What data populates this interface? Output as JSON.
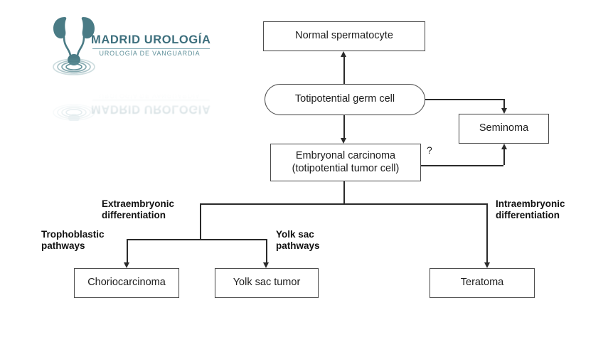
{
  "logo": {
    "name": "MADRID UROLOGÍA",
    "tagline": "UROLOGÍA DE VANGUARDIA",
    "mark": "kidneys-bladder-ripple-icon",
    "color": "#3d6f7d",
    "sub_color": "#5e8f99"
  },
  "diagram": {
    "type": "flowchart",
    "title": "",
    "nodes": [
      {
        "id": "normal_spermatocyte",
        "label": "Normal spermatocyte",
        "shape": "rect"
      },
      {
        "id": "totipotential_germ_cell",
        "label": "Totipotential germ cell",
        "shape": "pill"
      },
      {
        "id": "embryonal_carcinoma",
        "label": "Embryonal carcinoma\n(totipotential tumor cell)",
        "shape": "rect"
      },
      {
        "id": "seminoma",
        "label": "Seminoma",
        "shape": "rect"
      },
      {
        "id": "choriocarcinoma",
        "label": "Choriocarcinoma",
        "shape": "rect"
      },
      {
        "id": "yolk_sac_tumor",
        "label": "Yolk sac tumor",
        "shape": "rect"
      },
      {
        "id": "teratoma",
        "label": "Teratoma",
        "shape": "rect"
      }
    ],
    "edge_labels": [
      {
        "id": "question",
        "label": "?"
      },
      {
        "id": "extraembryonic",
        "label": "Extraembryonic\ndifferentiation"
      },
      {
        "id": "trophoblastic",
        "label": "Trophoblastic\npathways"
      },
      {
        "id": "yolk_sac_pathways",
        "label": "Yolk sac\npathways"
      },
      {
        "id": "intraembryonic",
        "label": "Intraembryonic\ndifferentiation"
      }
    ],
    "edges": [
      {
        "from": "totipotential_germ_cell",
        "to": "normal_spermatocyte"
      },
      {
        "from": "totipotential_germ_cell",
        "to": "embryonal_carcinoma"
      },
      {
        "from": "totipotential_germ_cell",
        "to": "seminoma"
      },
      {
        "from": "embryonal_carcinoma",
        "to": "seminoma",
        "label": "?"
      },
      {
        "from": "embryonal_carcinoma",
        "to": "choriocarcinoma",
        "label": "Trophoblastic pathways"
      },
      {
        "from": "embryonal_carcinoma",
        "to": "yolk_sac_tumor",
        "label": "Yolk sac pathways"
      },
      {
        "from": "embryonal_carcinoma",
        "to": "teratoma",
        "label": "Intraembryonic differentiation"
      }
    ]
  }
}
